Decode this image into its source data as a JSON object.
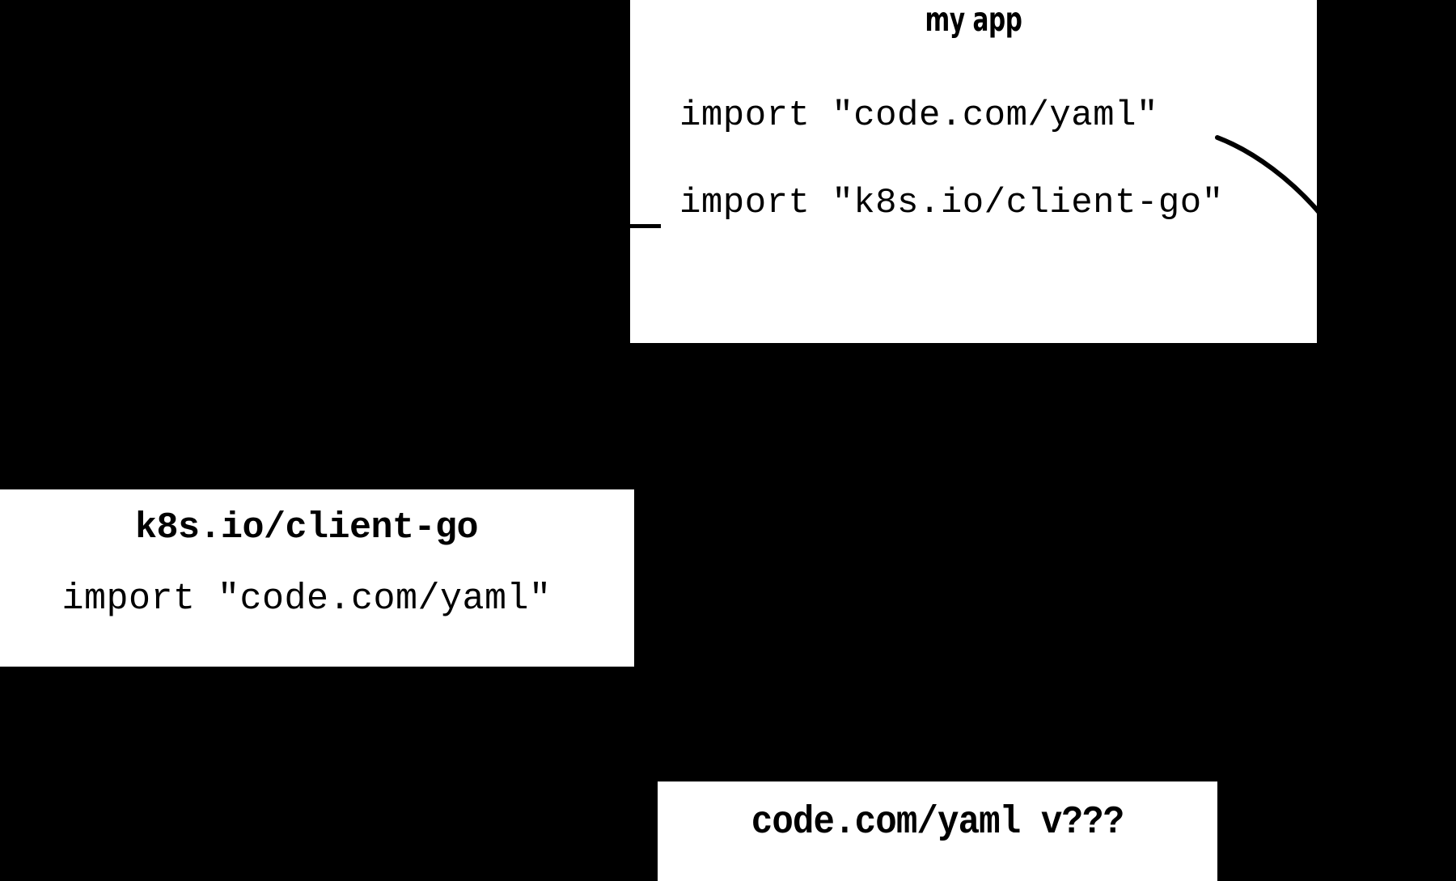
{
  "diagram": {
    "background_color": "#000000",
    "node_fill_color": "#ffffff",
    "text_color": "#000000",
    "nodes": [
      {
        "id": "my-app",
        "title": "my app",
        "lines": [
          "import \"code.com/yaml\"",
          "import \"k8s.io/client-go\""
        ]
      },
      {
        "id": "k8s-client-go",
        "title": "k8s.io/client-go",
        "lines": [
          "import \"code.com/yaml\""
        ]
      },
      {
        "id": "code-com-yaml",
        "title": "code.com/yaml v???",
        "lines": []
      }
    ],
    "edges": [
      {
        "id": "edge-myapp-yaml",
        "from": "my-app",
        "to": "code-com-yaml",
        "style": "curve"
      },
      {
        "id": "edge-myapp-k8s",
        "from": "my-app",
        "to": "k8s-client-go",
        "style": "stub"
      }
    ]
  }
}
